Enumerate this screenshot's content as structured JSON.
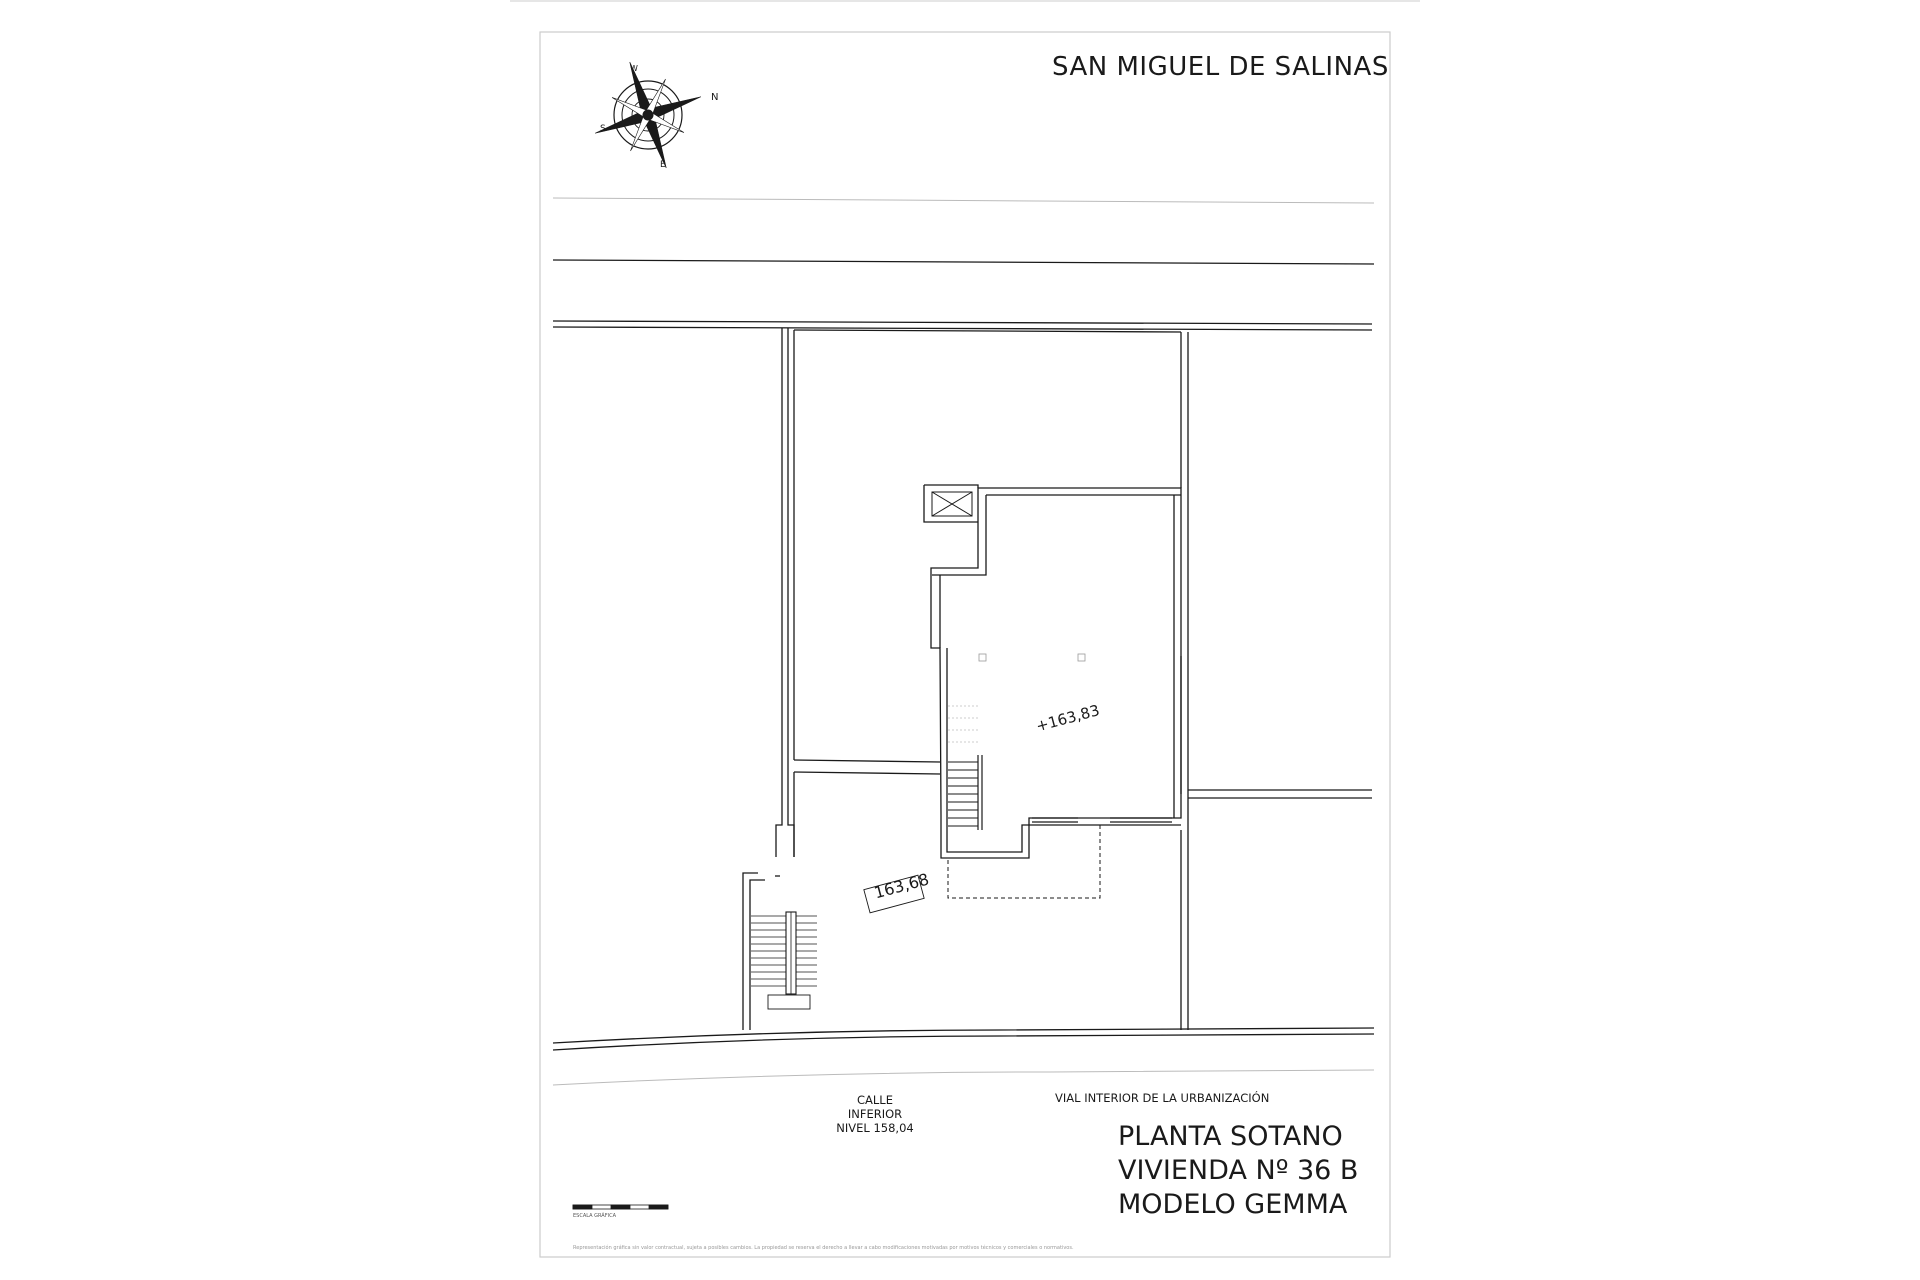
{
  "sheet": {
    "project_title": "SAN MIGUEL DE SALINAS",
    "title_lines": [
      "PLANTA SOTANO",
      "VIVIENDA Nº 36 B",
      "MODELO GEMMA"
    ]
  },
  "compass": {
    "icon": "compass-rose-icon",
    "north": "N",
    "south": "S",
    "east": "E",
    "west": "W"
  },
  "labels": {
    "street_lines": [
      "CALLE",
      "INFERIOR",
      "NIVEL 158,04"
    ],
    "road": "VIAL INTERIOR DE LA URBANIZACIÓN",
    "level_basement": "+163,83",
    "level_ground": "163,68",
    "scale": "ESCALA GRÁFICA",
    "footnote": "Representación gráfica sin valor contractual, sujeta a posibles cambios. La propiedad se reserva el derecho a llevar a cabo modificaciones motivadas por motivos técnicos y comerciales o normativos."
  },
  "colors": {
    "line": "#1a1a1a",
    "border": "#cccccc",
    "faint": "#bbbbbb"
  }
}
